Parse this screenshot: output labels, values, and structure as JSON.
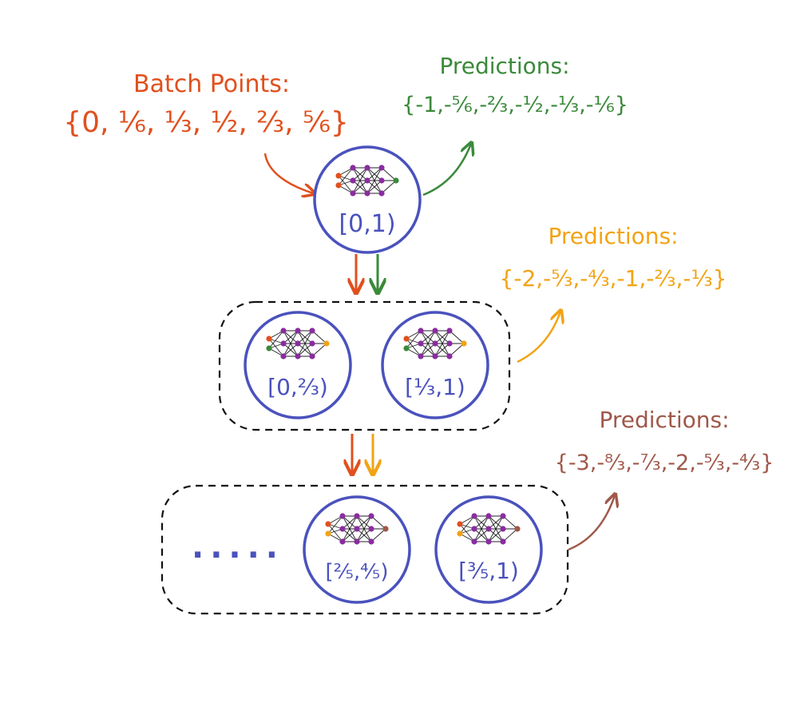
{
  "batch": {
    "title": "Batch Points:",
    "points": "{0, ¹⁄₆, ¹⁄₃, ¹⁄₂, ²⁄₃, ⁵⁄₆}"
  },
  "predictions": [
    {
      "title": "Predictions:",
      "values": "{-1,-⁵⁄₆,-²⁄₃,-¹⁄₂,-¹⁄₃,-¹⁄₆}"
    },
    {
      "title": "Predictions:",
      "values": "{-2,-⁵⁄₃,-⁴⁄₃,-1,-²⁄₃,-¹⁄₃}"
    },
    {
      "title": "Predictions:",
      "values": "{-3,-⁸⁄₃,-⁷⁄₃,-2,-⁵⁄₃,-⁴⁄₃}"
    }
  ],
  "nodes": {
    "top": "[0,1)",
    "mid_left": "[0,²⁄₃)",
    "mid_right": "[¹⁄₃,1)",
    "bottom_left": "[²⁄₅,⁴⁄₅)",
    "bottom_right": "[³⁄₅,1)"
  },
  "ellipsis": ".....",
  "colors": {
    "batch": "#e0501e",
    "pred_green": "#3a8a3a",
    "pred_orange": "#f2a314",
    "pred_brown": "#a0584a",
    "circle": "#4a52bd",
    "net_node": "#8a2ca0",
    "dashed": "#111111"
  }
}
